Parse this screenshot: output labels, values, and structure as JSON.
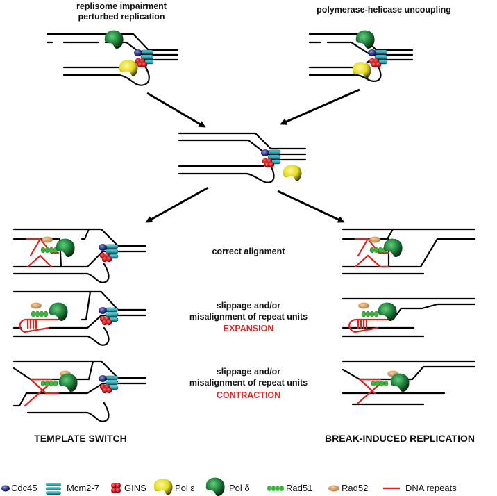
{
  "top_left_title": [
    "replisome impairment",
    "perturbed replication"
  ],
  "top_right_title": "polymerase-helicase uncoupling",
  "row_labels": {
    "correct": "correct alignment",
    "expansion": [
      "slippage and/or",
      "misalignment of repeat units"
    ],
    "expansion_tag": "EXPANSION",
    "contraction": [
      "slippage and/or",
      "misalignment of repeat units"
    ],
    "contraction_tag": "CONTRACTION"
  },
  "pathways": {
    "left": "TEMPLATE SWITCH",
    "right": "BREAK-INDUCED REPLICATION"
  },
  "legend": [
    {
      "icon": "cdc45-icon",
      "label": "Cdc45"
    },
    {
      "icon": "mcm-icon",
      "label": "Mcm2-7"
    },
    {
      "icon": "gins-icon",
      "label": "GINS"
    },
    {
      "icon": "pol-epsilon-icon",
      "label": "Pol ε"
    },
    {
      "icon": "pol-delta-icon",
      "label": "Pol δ"
    },
    {
      "icon": "rad51-icon",
      "label": "Rad51"
    },
    {
      "icon": "rad52-icon",
      "label": "Rad52"
    },
    {
      "icon": "dna-repeats-icon",
      "label": "DNA repeats"
    }
  ],
  "colors": {
    "cdc45": "#2b2f7a",
    "mcm": "#27a5b4",
    "gins": "#c0141b",
    "pol_epsilon": "#e5dc1e",
    "pol_delta": "#1f7a3a",
    "rad51": "#3cb63c",
    "rad52": "#d99f5c",
    "repeats": "#e0231f"
  }
}
